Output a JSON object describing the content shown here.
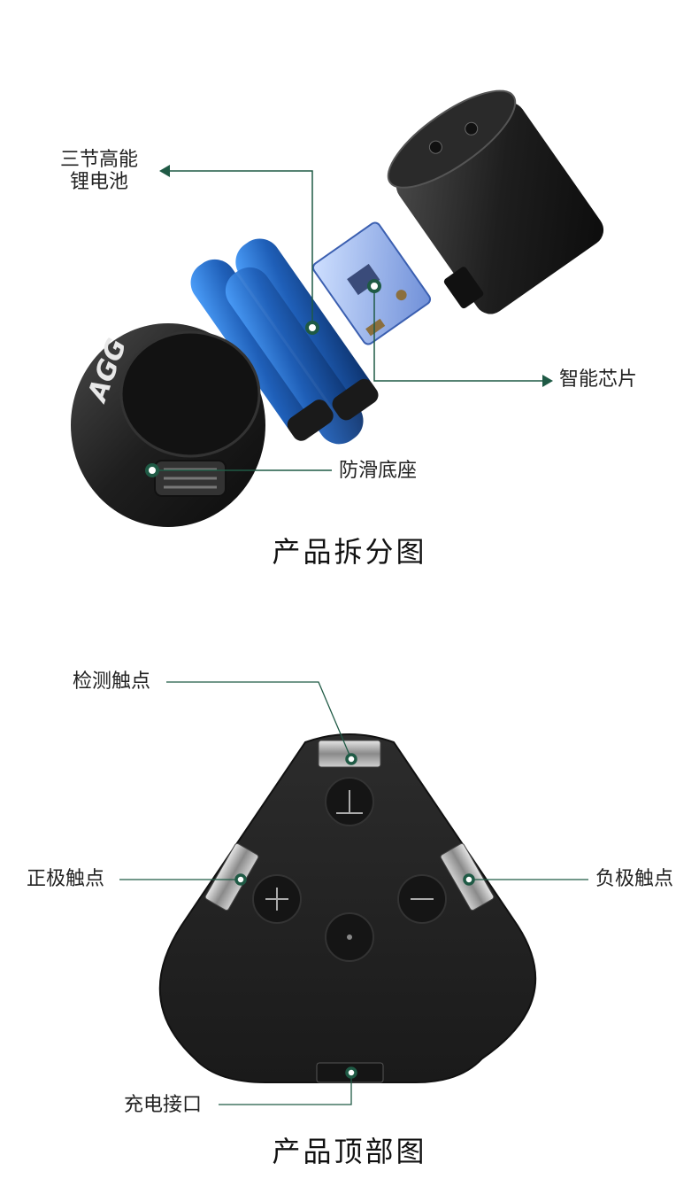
{
  "exploded_view": {
    "caption": "产品拆分图",
    "logo_text": "AGG",
    "callouts": {
      "battery": "三节高能\n锂电池",
      "chip": "智能芯片",
      "base": "防滑底座"
    }
  },
  "top_view": {
    "caption": "产品顶部图",
    "callouts": {
      "detect_contact": "检测触点",
      "positive_contact": "正极触点",
      "negative_contact": "负极触点",
      "charge_port": "充电接口"
    }
  },
  "colors": {
    "callout_line": "#1f5a45",
    "battery_blue": "#1f5fb8",
    "body_black": "#222222"
  }
}
